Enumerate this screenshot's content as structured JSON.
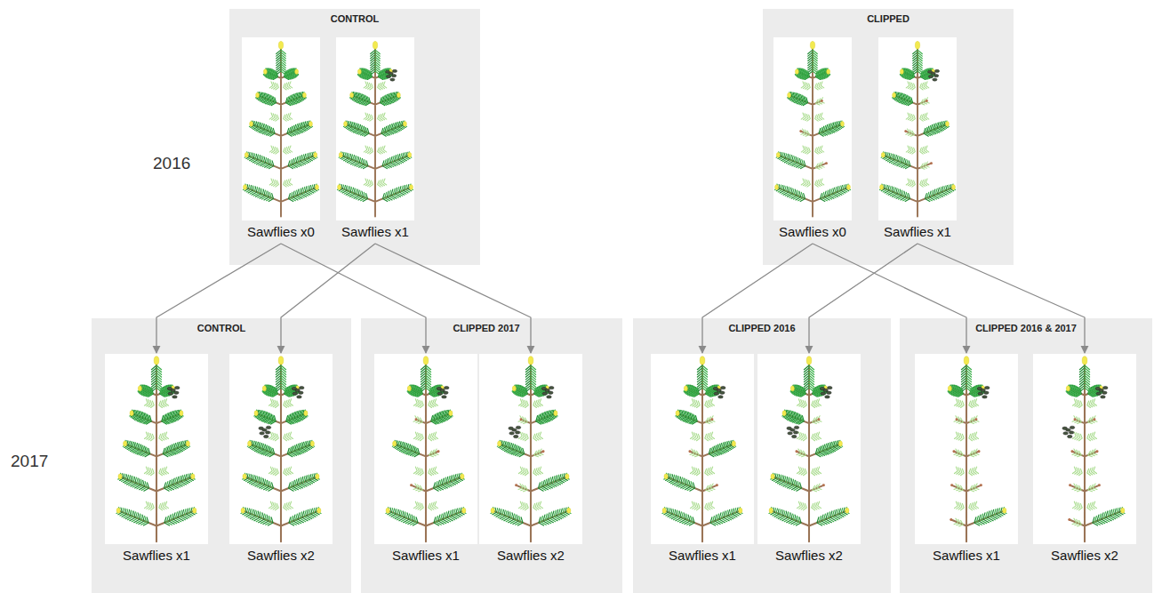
{
  "diagram": {
    "nodes": [
      {
        "text": [
          "CONTROL"
        ]
      },
      {
        "text": [
          "Sawflies x0"
        ],
        "in": 0
      },
      {
        "text": [
          "Sawflies x1"
        ],
        "in": 0
      },
      {
        "text": [
          "CLIPPED"
        ]
      },
      {
        "text": [
          "Sawflies x0"
        ],
        "in": 3
      },
      {
        "text": [
          "Sawflies x1"
        ],
        "in": 3
      },
      {
        "text": [
          "CONTROL"
        ]
      },
      {
        "text": [
          "Sawflies x1"
        ],
        "in": 6
      },
      {
        "text": [
          "Sawflies x2"
        ],
        "in": 6
      },
      {
        "text": [
          "CLIPPED 2017"
        ]
      },
      {
        "text": [
          "Sawflies x1"
        ],
        "in": 9
      },
      {
        "text": [
          "Sawflies x2"
        ],
        "in": 9
      },
      {
        "text": [
          "CLIPPED 2016"
        ]
      },
      {
        "text": [
          "Sawflies x1"
        ],
        "in": 12
      },
      {
        "text": [
          "Sawflies x2"
        ],
        "in": 12
      },
      {
        "text": [
          "CLIPPED 2016 & 2017"
        ]
      },
      {
        "text": [
          "Sawflies x1"
        ],
        "in": 15
      },
      {
        "text": [
          "Sawflies x2"
        ],
        "in": 15
      }
    ],
    "edges": [
      {
        "from": 1,
        "to": 7,
        "arrow": "to"
      },
      {
        "from": 1,
        "to": 10,
        "arrow": "to"
      },
      {
        "from": 2,
        "to": 8,
        "arrow": "to"
      },
      {
        "from": 2,
        "to": 11,
        "arrow": "to"
      },
      {
        "from": 4,
        "to": 13,
        "arrow": "to"
      },
      {
        "from": 4,
        "to": 16,
        "arrow": "to"
      },
      {
        "from": 5,
        "to": 14,
        "arrow": "to"
      },
      {
        "from": 5,
        "to": 17,
        "arrow": "to"
      }
    ],
    "labels": [
      "2016",
      "2017"
    ]
  }
}
